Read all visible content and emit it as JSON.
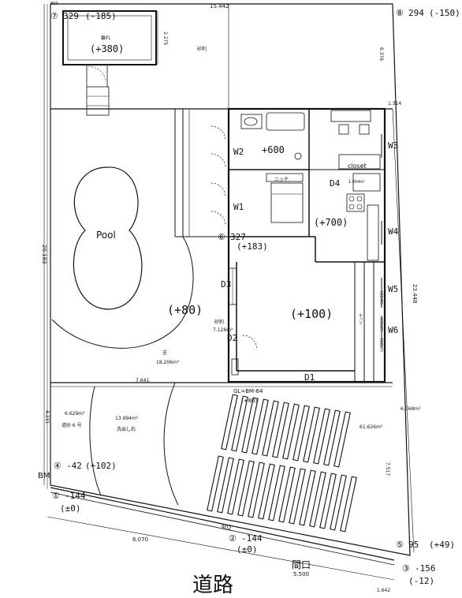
{
  "title": "",
  "points": {
    "p1": {
      "id": "①",
      "level": "-144",
      "sub": "(±0)"
    },
    "p2": {
      "id": "②",
      "level": "-144",
      "sub": "(±0)"
    },
    "p3": {
      "id": "③",
      "level": "-156",
      "sub": "(-12)"
    },
    "p4": {
      "id": "④",
      "level": "-42",
      "sub": "(+102)"
    },
    "p5": {
      "id": "⑤",
      "level": "95",
      "sub": "(+49)"
    },
    "p6": {
      "id": "⑥",
      "level": "327",
      "sub": "(+183)"
    },
    "p7": {
      "id": "⑦",
      "level": "329",
      "sub": "(-185)"
    },
    "p8": {
      "id": "⑧",
      "level": "294",
      "sub": "(-150)"
    }
  },
  "labels": {
    "pool": "Pool",
    "deck_level": "(+80)",
    "building_level": "(+100)",
    "room_level": "(+700)",
    "bath_level": "+600",
    "shed_name": "離れ",
    "shed_level": "(+380)",
    "gravel_top": "砂利",
    "gravel_mid": "砂利",
    "gravel_area": "7.126m²",
    "garden_name": "芝",
    "garden_area": "18.206m²",
    "closet": "closet",
    "niche": "ニッチ",
    "bench": "ベンチ",
    "garden1": "GARDEN",
    "garden2": "GARDEN",
    "garden3": "GARDEN",
    "gl": "GL=BM-64",
    "gl_sub": "(+80)",
    "bm": "BM",
    "road": "道路",
    "opening": "間口",
    "area_left": "6.629m²",
    "area_left_name": "道砂 6 号",
    "area_mid": "13.994m²",
    "area_mid_name": "洗出し石",
    "area_right1": "61.626m²",
    "area_right2": "6.768m²",
    "area_closet": "1.654m²",
    "w1": "W1",
    "w2": "W2",
    "w3": "W3",
    "w4": "W4",
    "w5": "W5",
    "w6": "W6",
    "d1": "D1",
    "d2": "D2",
    "d3": "D3",
    "d4": "D4"
  },
  "dimensions": {
    "top_width": "15.442",
    "left_height": "20.183",
    "right_height": "23.448",
    "bottom_left": "6.070",
    "bottom_mid": "902",
    "bottom_right": "5.500",
    "bottom_small": "1.642",
    "shed_dim": "2.275",
    "right_top": "6.376",
    "right_small": "1.314",
    "deck_width": "7.641",
    "left_low": "4.231",
    "right_low": "7.517",
    "corner": "800"
  }
}
